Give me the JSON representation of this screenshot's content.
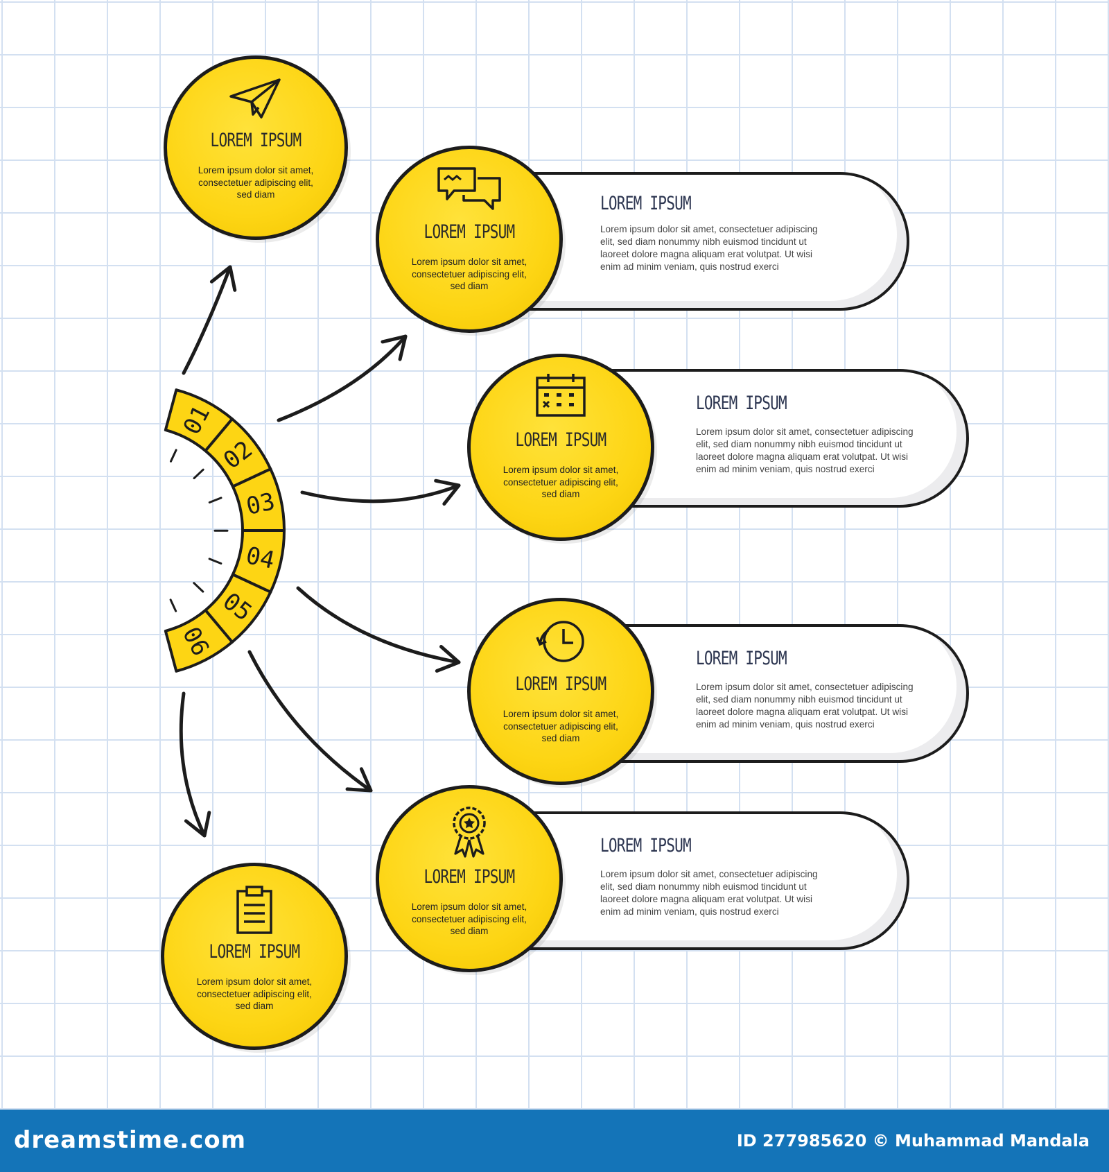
{
  "segments": [
    "01",
    "02",
    "03",
    "04",
    "05",
    "06"
  ],
  "circles": [
    {
      "title": "LOREM IPSUM",
      "text": "Lorem ipsum dolor sit amet, consectetuer adipiscing elit, sed diam",
      "icon": "paper-plane-icon"
    },
    {
      "title": "LOREM IPSUM",
      "text": "Lorem ipsum dolor sit amet, consectetuer adipiscing elit, sed diam",
      "icon": "chat-bubbles-icon"
    },
    {
      "title": "LOREM IPSUM",
      "text": "Lorem ipsum dolor sit amet, consectetuer adipiscing elit, sed diam",
      "icon": "calendar-icon"
    },
    {
      "title": "LOREM IPSUM",
      "text": "Lorem ipsum dolor sit amet, consectetuer adipiscing elit, sed diam",
      "icon": "clock-icon"
    },
    {
      "title": "LOREM IPSUM",
      "text": "Lorem ipsum dolor sit amet, consectetuer adipiscing elit, sed diam",
      "icon": "award-badge-icon"
    },
    {
      "title": "LOREM IPSUM",
      "text": "Lorem ipsum dolor sit amet, consectetuer adipiscing elit, sed diam",
      "icon": "clipboard-icon"
    }
  ],
  "pills": [
    {
      "title": "LOREM IPSUM",
      "text": "Lorem ipsum dolor sit amet, consectetuer adipiscing elit, sed diam nonummy nibh euismod tincidunt ut laoreet dolore magna aliquam erat volutpat. Ut wisi enim ad minim veniam, quis nostrud exerci"
    },
    {
      "title": "LOREM IPSUM",
      "text": "Lorem ipsum dolor sit amet, consectetuer adipiscing elit, sed diam nonummy nibh euismod tincidunt ut laoreet dolore magna aliquam erat volutpat. Ut wisi enim ad minim veniam, quis nostrud exerci"
    },
    {
      "title": "LOREM IPSUM",
      "text": "Lorem ipsum dolor sit amet, consectetuer adipiscing elit, sed diam nonummy nibh euismod tincidunt ut laoreet dolore magna aliquam erat volutpat. Ut wisi enim ad minim veniam, quis nostrud exerci"
    },
    {
      "title": "LOREM IPSUM",
      "text": "Lorem ipsum dolor sit amet, consectetuer adipiscing elit, sed diam nonummy nibh euismod tincidunt ut laoreet dolore magna aliquam erat volutpat. Ut wisi enim ad minim veniam, quis nostrud exerci"
    }
  ],
  "footer": {
    "brand": "dreamstime.com",
    "credit": "ID 277985620 © Muhammad Mandala"
  },
  "colors": {
    "accent": "#fdd514",
    "ink": "#1c1c1c",
    "footer": "#1474b8",
    "grid": "#d3e0f1"
  }
}
